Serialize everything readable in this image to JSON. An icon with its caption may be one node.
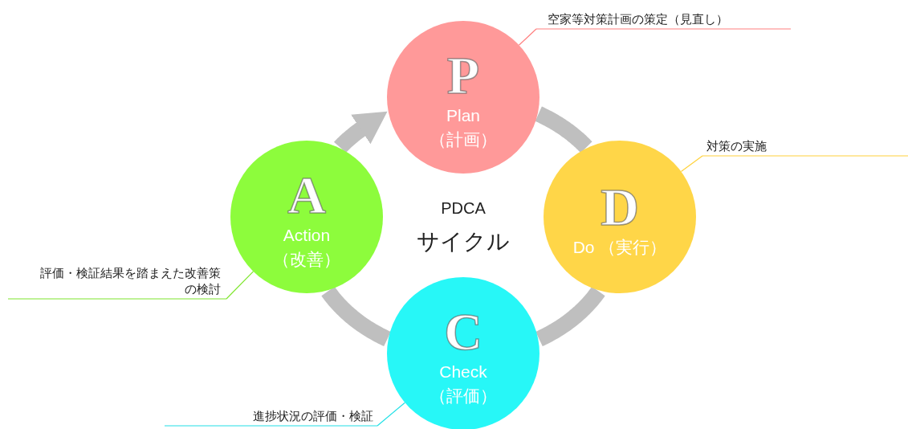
{
  "diagram": {
    "nodes": [
      {
        "text": [
          "P",
          "Plan （計画）"
        ]
      },
      {
        "text": [
          "D",
          "Do （実行）"
        ]
      },
      {
        "text": [
          "C",
          "Check （評価）"
        ]
      },
      {
        "text": [
          "A",
          "Action （改善）"
        ]
      },
      {
        "text": [
          "空家等対策計画の策定（見直し）"
        ]
      },
      {
        "text": [
          "対策の実施"
        ]
      },
      {
        "text": [
          "評価・検証結果を踏まえた改善策の検討"
        ]
      },
      {
        "text": [
          "進捗状況の評価・検証"
        ]
      }
    ],
    "edges": [
      {
        "from": 0,
        "to": 1,
        "arrow": "none",
        "style": "thick"
      },
      {
        "from": 1,
        "to": 2,
        "arrow": "none",
        "style": "thick"
      },
      {
        "from": 2,
        "to": 3,
        "arrow": "none",
        "style": "thick"
      },
      {
        "from": 3,
        "to": 0,
        "arrow": "to",
        "style": "thick"
      },
      {
        "from": 4,
        "to": 0,
        "arrow": "none",
        "color": "#ff8080"
      },
      {
        "from": 5,
        "to": 1,
        "arrow": "none",
        "color": "#ffd23c"
      },
      {
        "from": 6,
        "to": 3,
        "arrow": "none",
        "color": "#7fe62e"
      },
      {
        "from": 7,
        "to": 2,
        "arrow": "none",
        "color": "#22e0e6"
      }
    ],
    "labels": [
      "PDCA",
      "サイクル"
    ]
  }
}
